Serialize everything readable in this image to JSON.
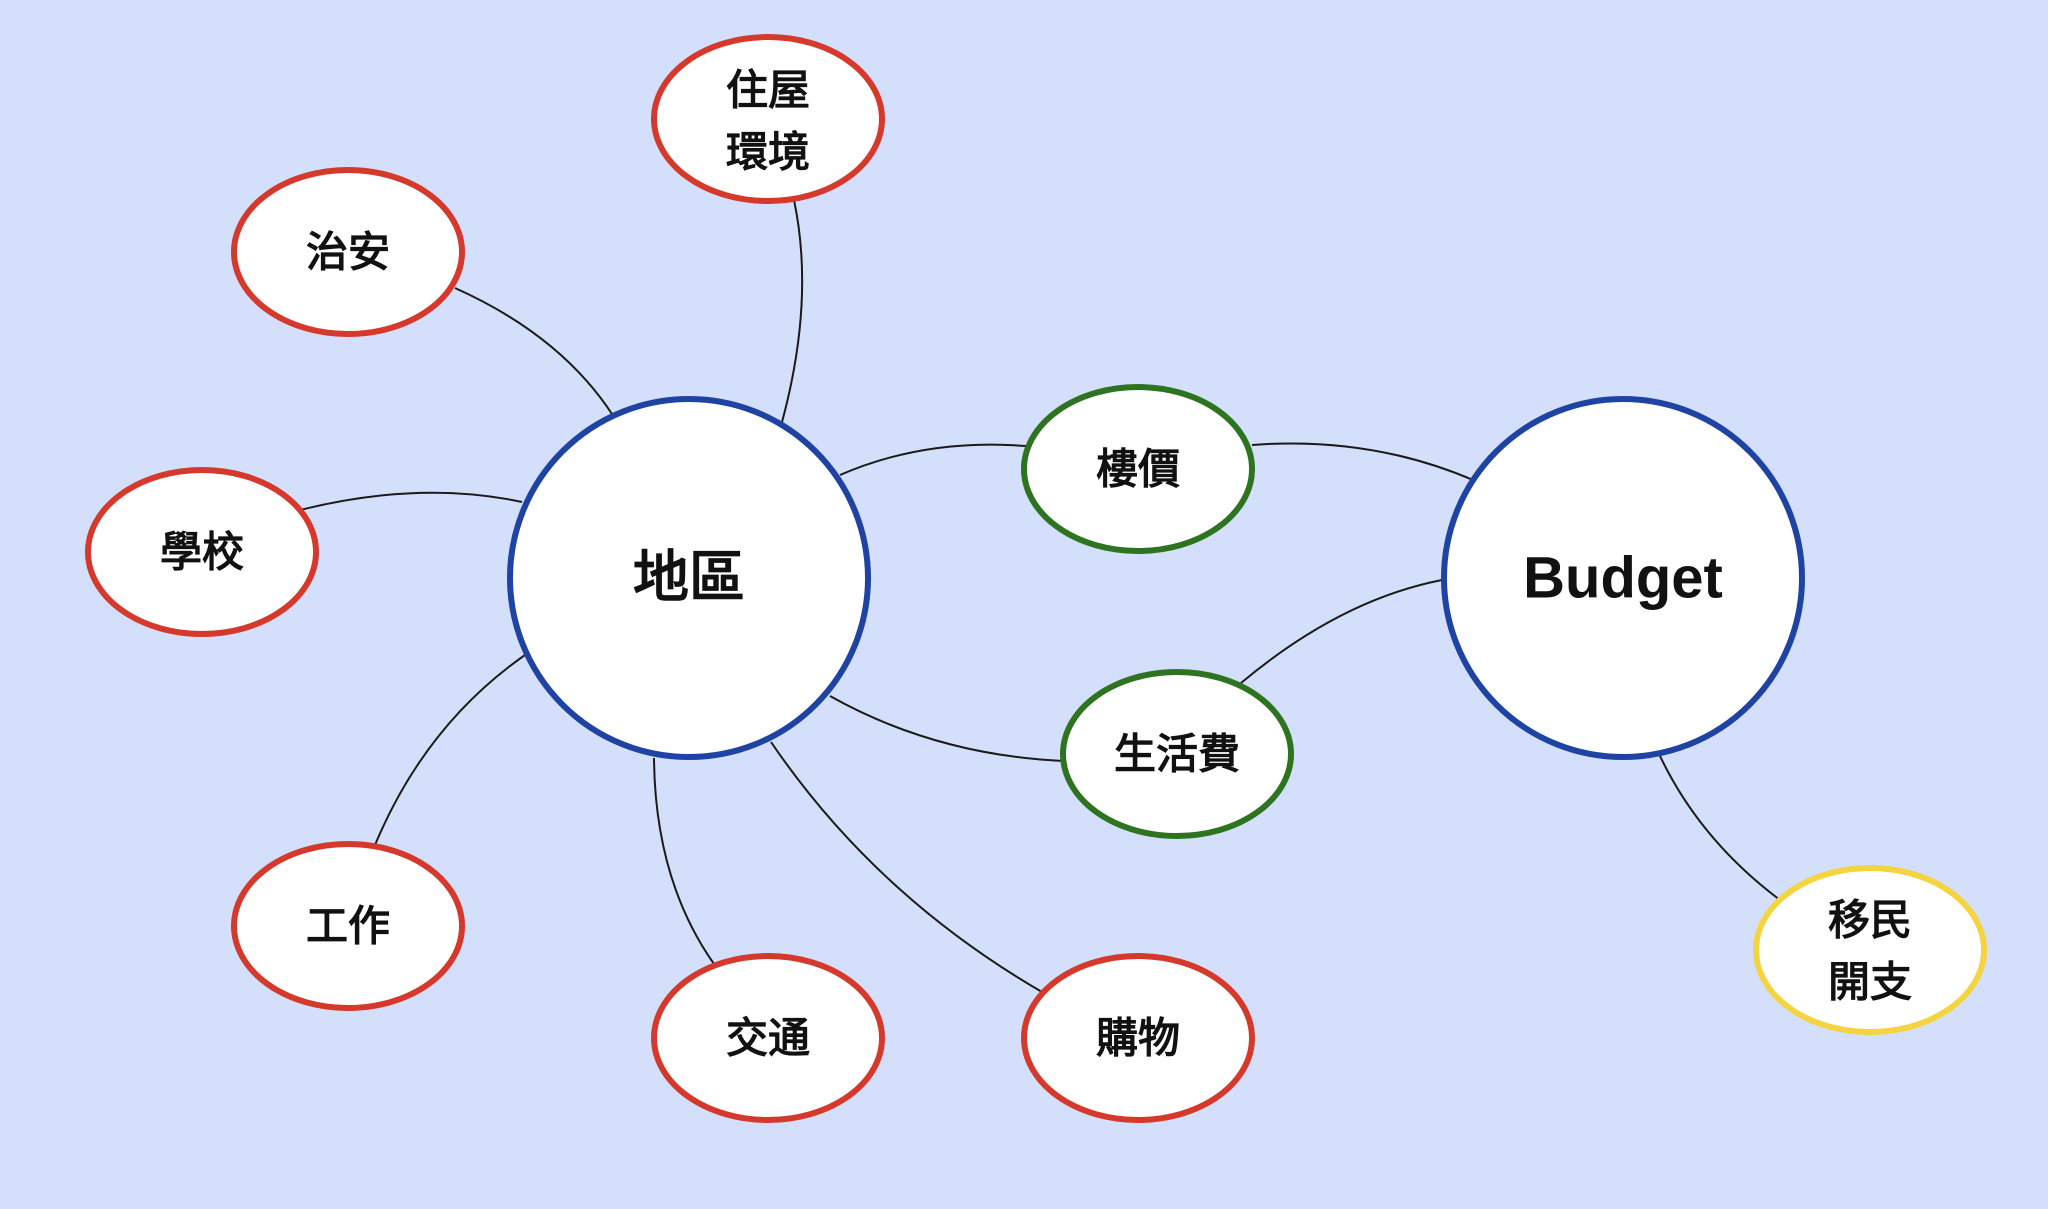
{
  "colors": {
    "background": "#d4e0fb",
    "topic_outline": "#1f43a3",
    "factor_outline": "#d5392c",
    "shared_outline": "#2e7420",
    "budget_item_outline": "#f5d442",
    "connector": "#1a1a1a"
  },
  "nodes": {
    "area": {
      "label": "地區"
    },
    "budget": {
      "label": "Budget"
    },
    "housing_env": {
      "lines": [
        "住屋",
        "環境"
      ]
    },
    "public_security": {
      "label": "治安"
    },
    "school": {
      "label": "學校"
    },
    "work": {
      "label": "工作"
    },
    "transport": {
      "label": "交通"
    },
    "shopping": {
      "label": "購物"
    },
    "property_price": {
      "label": "樓價"
    },
    "living_cost": {
      "label": "生活費"
    },
    "immigration_cost": {
      "lines": [
        "移民",
        "開支"
      ]
    }
  }
}
